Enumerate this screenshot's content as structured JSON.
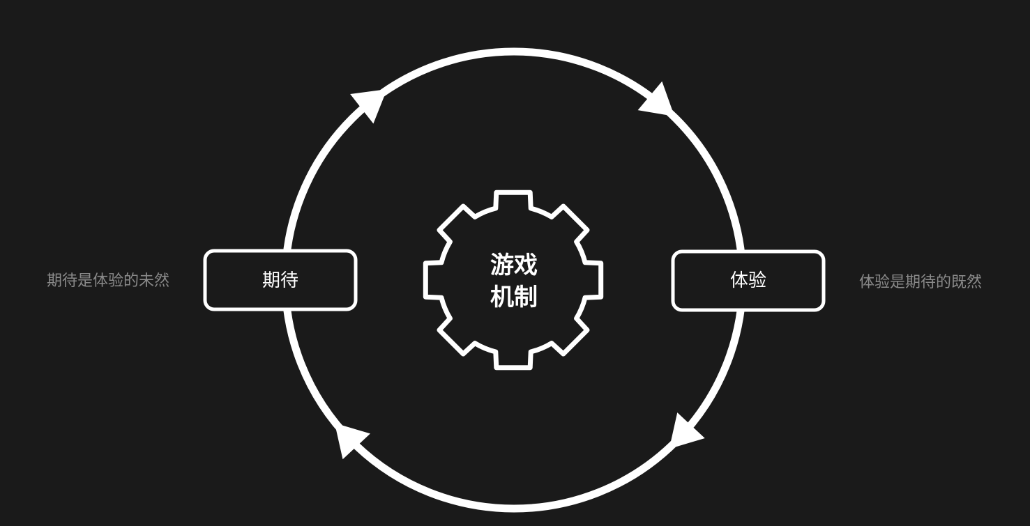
{
  "diagram": {
    "center": {
      "line1": "游戏",
      "line2": "机制",
      "icon": "gear-icon"
    },
    "left_node": {
      "label": "期待",
      "note": "期待是体验的未然"
    },
    "right_node": {
      "label": "体验",
      "note": "体验是期待的既然"
    },
    "cycle": {
      "direction": "clockwise",
      "arrow_count": 4
    },
    "colors": {
      "background": "#1a1a1a",
      "stroke": "#ffffff",
      "note_text": "#8a8a8a"
    }
  }
}
